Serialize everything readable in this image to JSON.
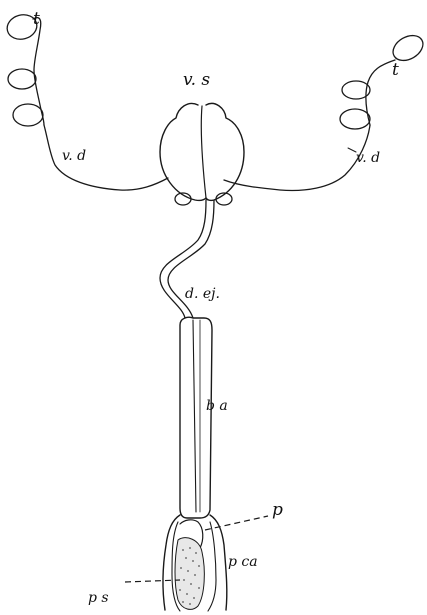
{
  "labels": {
    "testis_left": "t",
    "testis_right": "t",
    "vesicula": "v. s",
    "vas_left": "v. d",
    "vas_right": "v. d",
    "ductus": "d. ej.",
    "bulbus": "b a",
    "penis": "p",
    "penis_sheath": "p ca",
    "penis_spines": "p s"
  }
}
